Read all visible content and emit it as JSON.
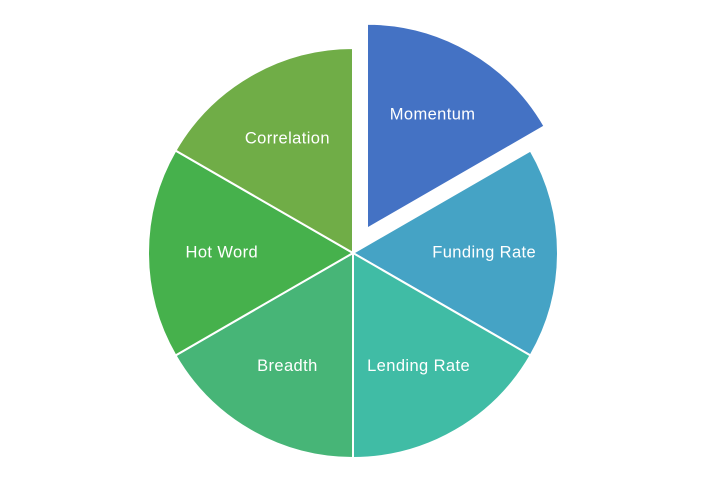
{
  "chart_data": {
    "type": "pie",
    "title": "",
    "categories": [
      "Momentum",
      "Funding Rate",
      "Lending Rate",
      "Breadth",
      "Hot Word",
      "Correlation"
    ],
    "values": [
      1,
      1,
      1,
      1,
      1,
      1
    ],
    "share_pct": [
      16.67,
      16.67,
      16.67,
      16.67,
      16.67,
      16.67
    ],
    "colors": [
      "#4472C4",
      "#45A3C5",
      "#40BCA5",
      "#47B577",
      "#46B14C",
      "#70AD47"
    ],
    "exploded_slice": "Momentum",
    "exploded_index": 0,
    "start_angle": "12-o'clock",
    "direction": "clockwise",
    "labels_position": "inside",
    "label_color": "#FFFFFF",
    "slice_border_color": "#FFFFFF",
    "background_color": "#FFFFFF",
    "legend_position": "none"
  }
}
